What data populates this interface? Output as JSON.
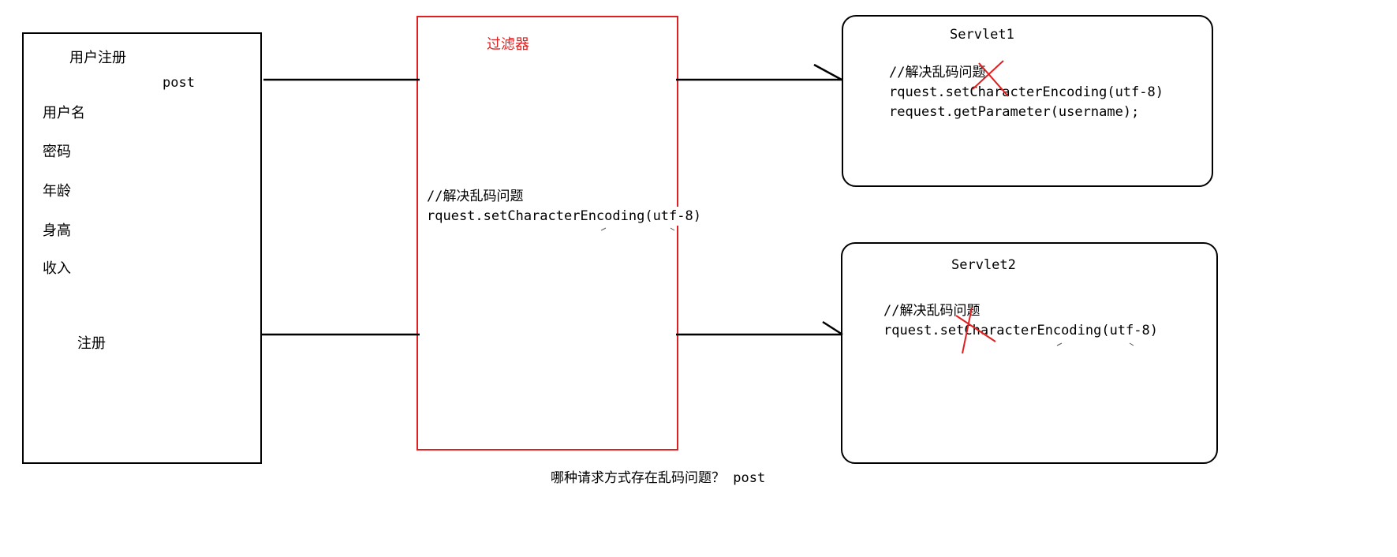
{
  "form": {
    "title": "用户注册",
    "method": "post",
    "fields": [
      "用户名",
      "密码",
      "年龄",
      "身高",
      "收入"
    ],
    "submit_label": "注册"
  },
  "filter": {
    "title": "过滤器",
    "comment": "//解决乱码问题",
    "code_line": "rquest.setCharacterEncoding(utf-8)"
  },
  "servlet1": {
    "title": "Servlet1",
    "comment": "//解决乱码问题",
    "code_line1": "rquest.setCharacterEncoding(utf-8)",
    "code_line2": "request.getParameter(username);"
  },
  "servlet2": {
    "title": "Servlet2",
    "comment": "//解决乱码问题",
    "code_line": "rquest.setCharacterEncoding(utf-8)"
  },
  "question": "哪种请求方式存在乱码问题？ post",
  "colors": {
    "filter_border": "#e02020",
    "cross_mark": "#e02020",
    "line": "#000000"
  }
}
